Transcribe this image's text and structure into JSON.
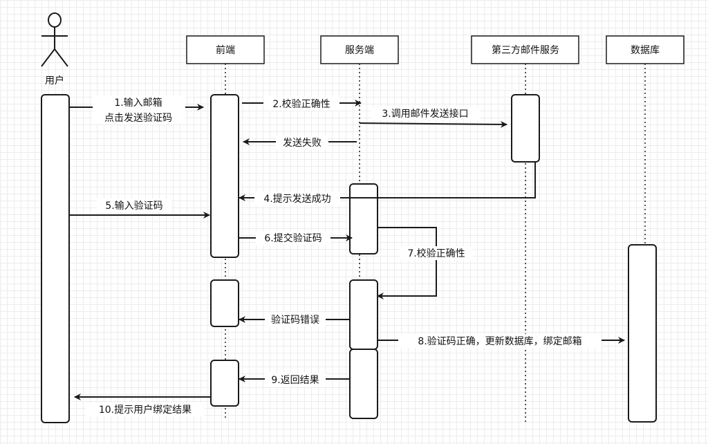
{
  "actor": {
    "label": "用户"
  },
  "participants": {
    "frontend": "前端",
    "server": "服务端",
    "mail": "第三方邮件服务",
    "db": "数据库"
  },
  "messages": {
    "m1_line1": "1.输入邮箱",
    "m1_line2": "点击发送验证码",
    "m2": "2.校验正确性",
    "m3": "3.调用邮件发送接口",
    "fail": "发送失败",
    "m4": "4.提示发送成功",
    "m5": "5.输入验证码",
    "m6": "6.提交验证码",
    "m7": "7.校验正确性",
    "err": "验证码错误",
    "m8": "8.验证码正确，更新数据库，绑定邮箱",
    "m9": "9.返回结果",
    "m10": "10.提示用户绑定结果"
  },
  "colors": {
    "stroke": "#1a1a1a",
    "grid": "#ececec",
    "box": "#ffffff"
  }
}
